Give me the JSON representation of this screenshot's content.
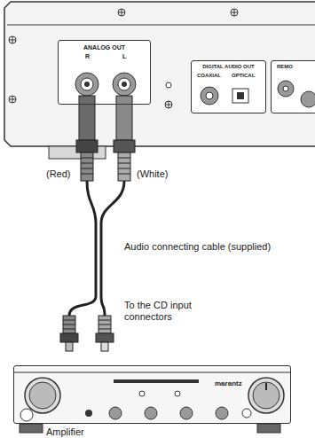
{
  "diagram": {
    "nodes": [
      {
        "text": [
          "ANALOG OUT",
          "R",
          "L"
        ]
      },
      {
        "text": [
          "DIGITAL AUDIO OUT",
          "COAXIAL",
          "OPTICAL"
        ]
      },
      {
        "text": [
          "REMO"
        ]
      },
      {
        "text": [
          "marantz",
          "Amplifier"
        ]
      }
    ],
    "labels": [
      "(Red)",
      "(White)",
      "Audio connecting cable (supplied)",
      "To the CD input connectors"
    ]
  }
}
